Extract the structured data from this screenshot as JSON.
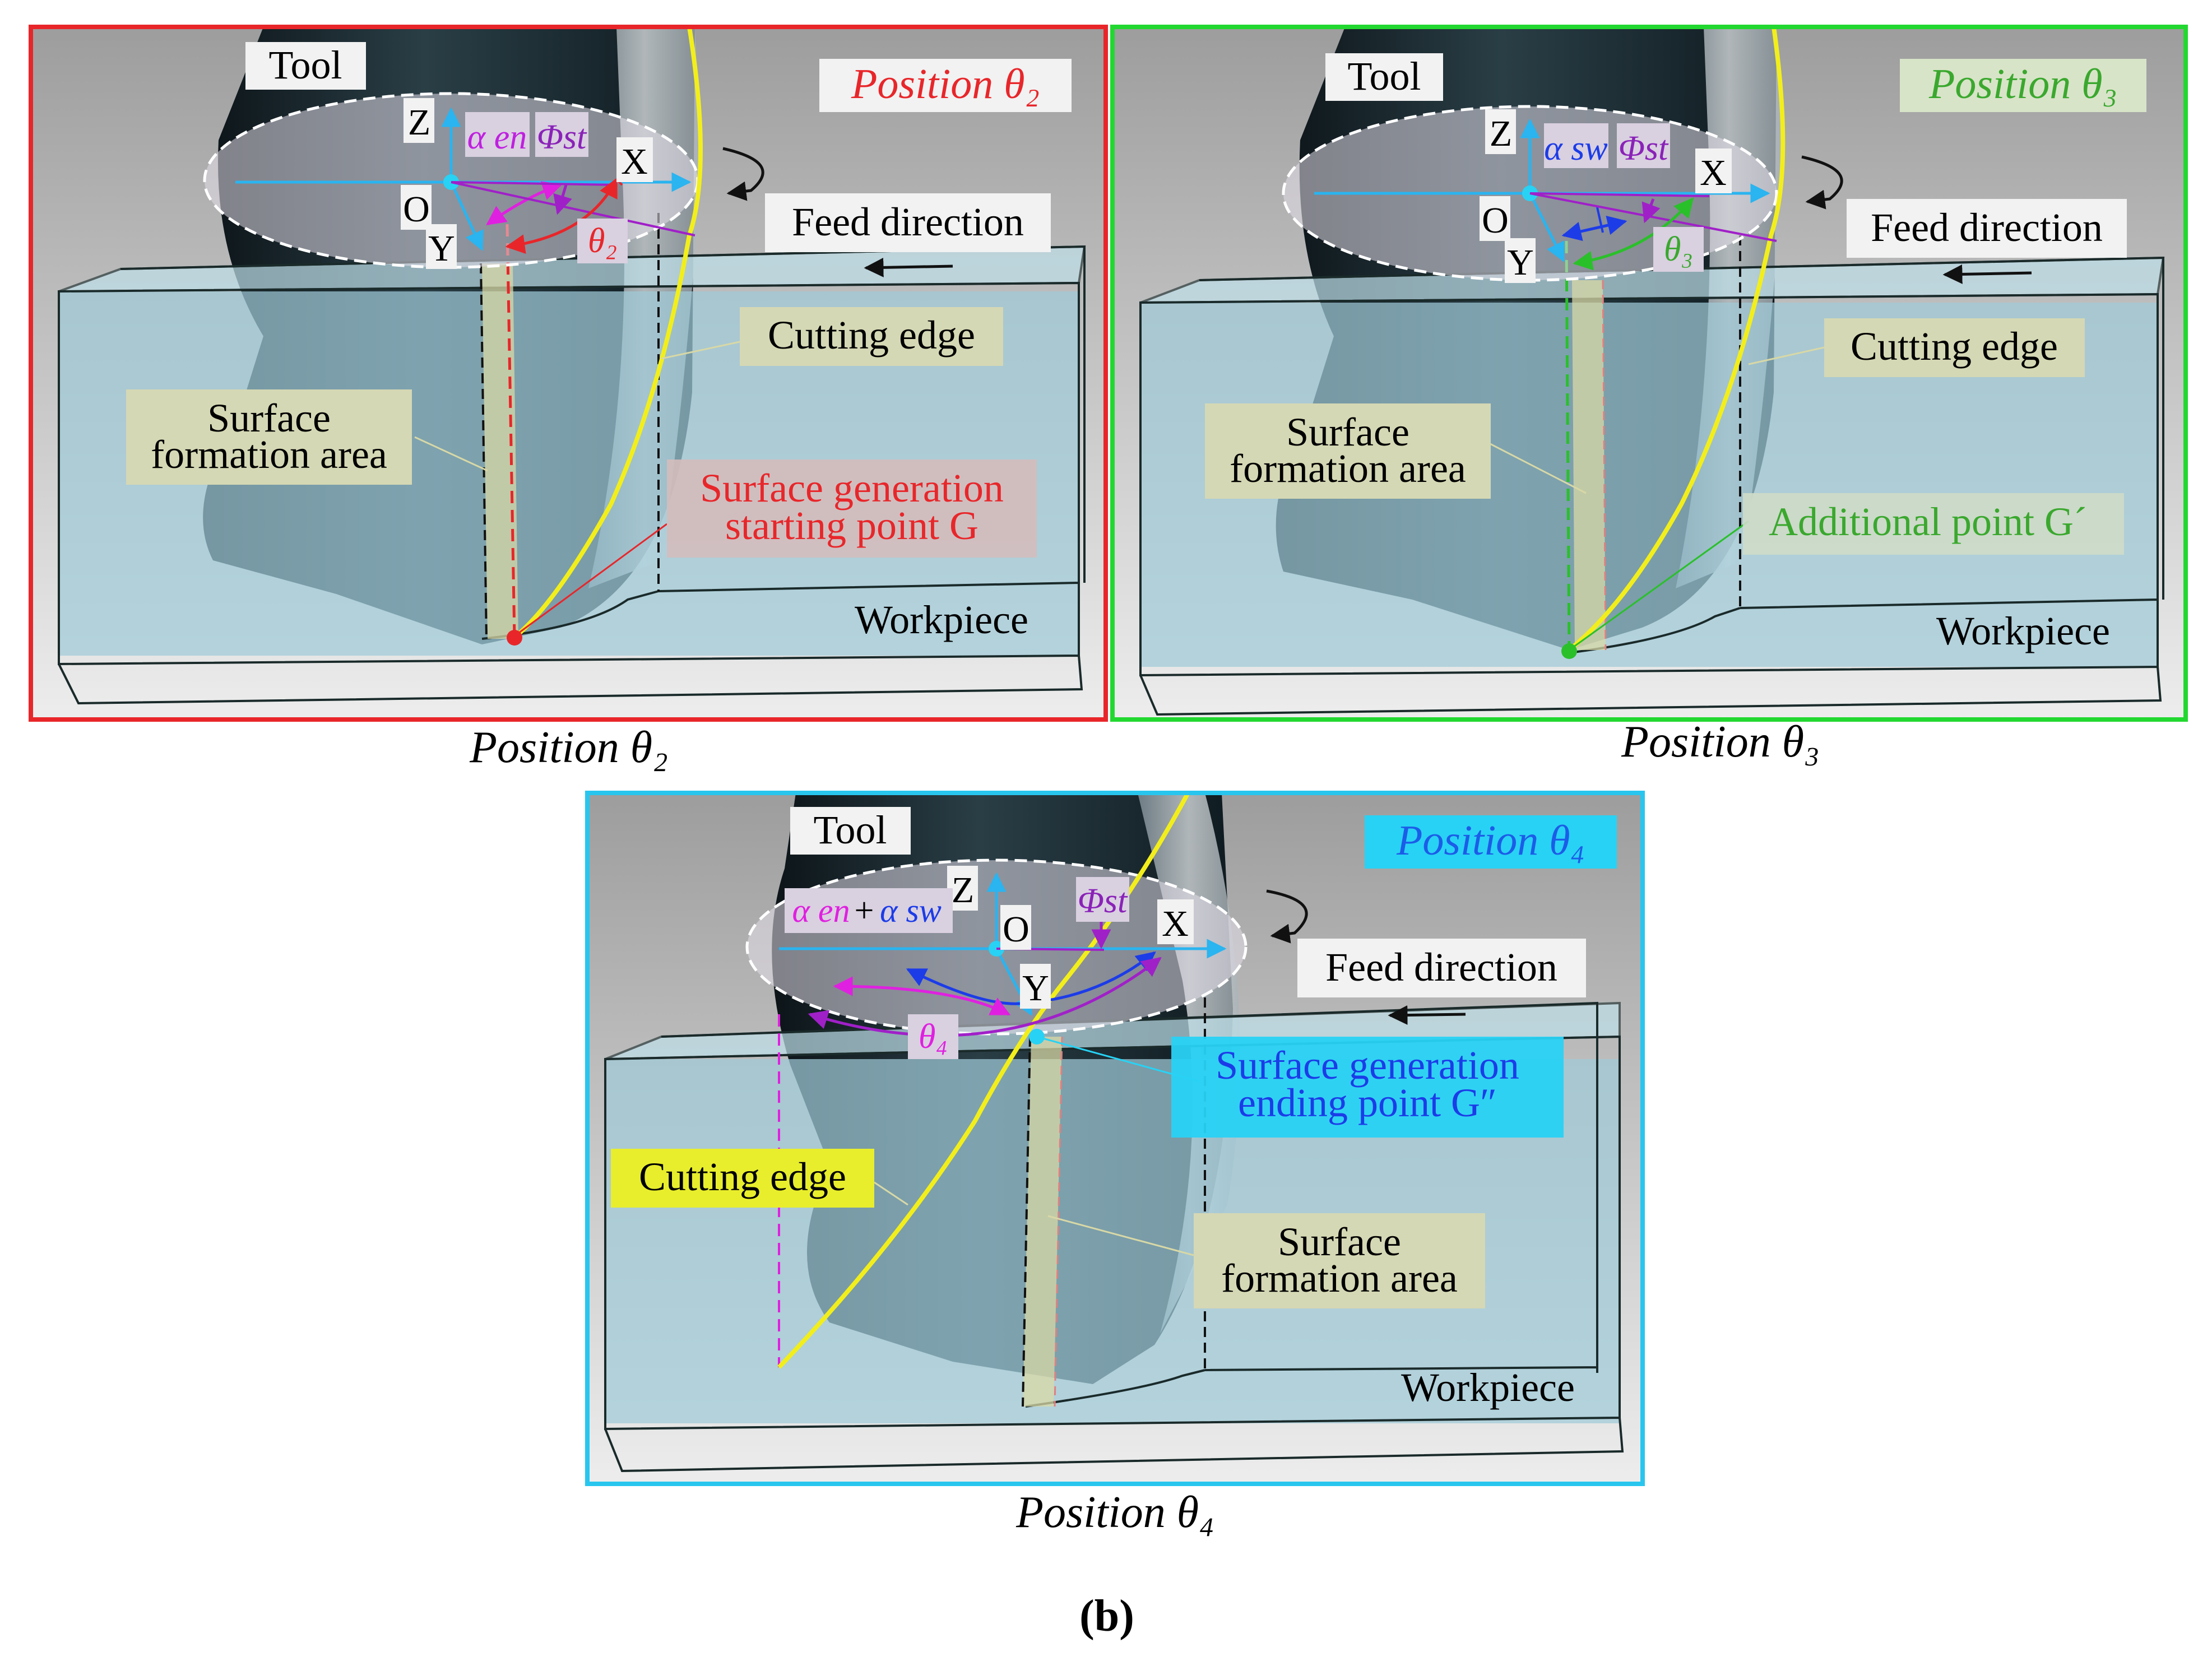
{
  "panels": {
    "p2": {
      "tag": "Position θ₂",
      "caption": "Position θ₂",
      "frame_color": "#e8262a",
      "tag_color": "#e8262a",
      "tool": "Tool",
      "axis_z": "Z",
      "axis_x": "X",
      "axis_y": "Y",
      "origin": "O",
      "alpha": "α en",
      "phi": "Φst",
      "theta": "θ₂",
      "feed": "Feed direction",
      "edge": "Cutting edge",
      "area_l1": "Surface",
      "area_l2": "formation area",
      "point_l1": "Surface generation",
      "point_l2": "starting point G",
      "workpiece": "Workpiece"
    },
    "p3": {
      "tag": "Position θ₃",
      "caption": "Position θ₃",
      "frame_color": "#22d830",
      "tag_color": "#3aa82e",
      "tool": "Tool",
      "axis_z": "Z",
      "axis_x": "X",
      "axis_y": "Y",
      "origin": "O",
      "alpha": "α sw",
      "phi": "Φst",
      "theta": "θ₃",
      "feed": "Feed direction",
      "edge": "Cutting edge",
      "area_l1": "Surface",
      "area_l2": "formation area",
      "point_l1": "Additional  point G´",
      "workpiece": "Workpiece"
    },
    "p4": {
      "tag": "Position θ₄",
      "caption": "Position θ₄",
      "frame_color": "#28c6ee",
      "tag_color": "#1c5ce8",
      "tool": "Tool",
      "axis_z": "Z",
      "axis_x": "X",
      "axis_y": "Y",
      "origin": "O",
      "alpha_en": "α en",
      "plus": "+",
      "alpha_sw": "α sw",
      "phi": "Φst",
      "theta": "θ₄",
      "feed": "Feed direction",
      "edge": "Cutting edge",
      "area_l1": "Surface",
      "area_l2": "formation area",
      "point_l1": "Surface generation",
      "point_l2": "ending  point G″",
      "workpiece": "Workpiece"
    }
  },
  "figure_label": "(b)",
  "colors": {
    "workpiece": "#9fcbd8",
    "tool": "#1d2a30",
    "cutting_edge": "#f2ee1c",
    "axis": "#2ab4f0",
    "angle": "#a020c8",
    "label_bg": "#d5d8b4"
  }
}
